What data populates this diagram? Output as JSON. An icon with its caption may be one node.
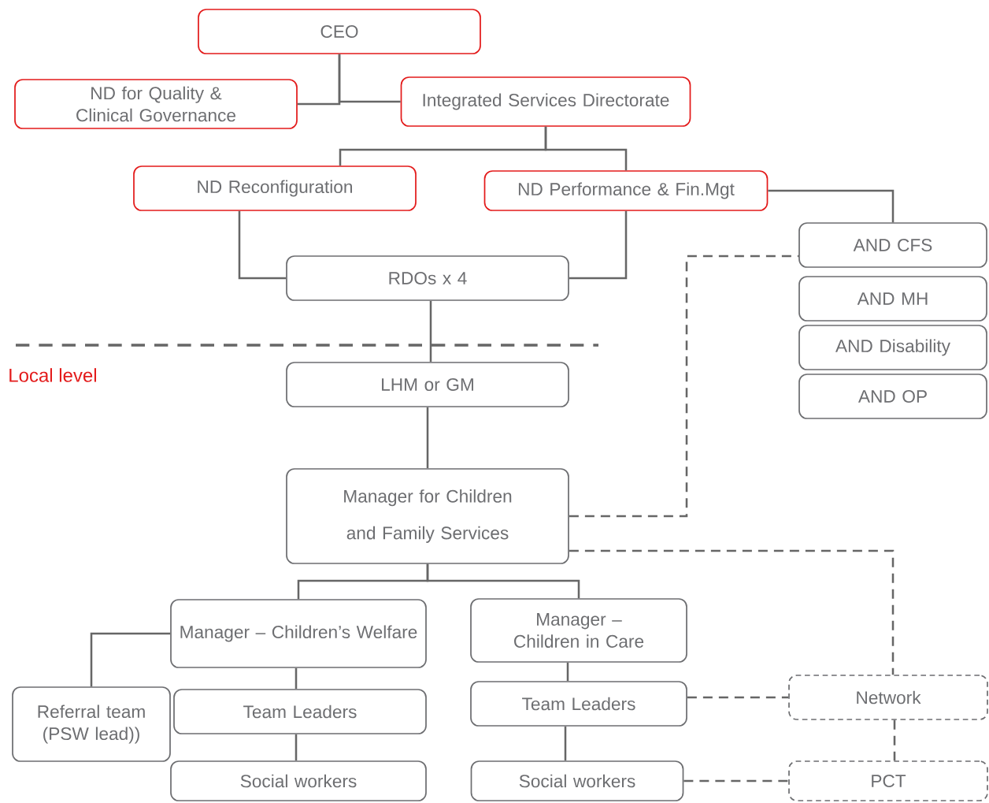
{
  "diagram": {
    "nodes": [
      {
        "text": [
          "CEO"
        ]
      },
      {
        "text": [
          "ND for Quality & Clinical Governance"
        ]
      },
      {
        "text": [
          "Integrated Services Directorate"
        ]
      },
      {
        "text": [
          "ND Reconfiguration"
        ]
      },
      {
        "text": [
          "ND Performance & Fin.Mgt"
        ]
      },
      {
        "text": [
          "AND CFS"
        ]
      },
      {
        "text": [
          "AND MH"
        ]
      },
      {
        "text": [
          "AND Disability"
        ]
      },
      {
        "text": [
          "AND OP"
        ]
      },
      {
        "text": [
          "RDOs x 4"
        ]
      },
      {
        "text": [
          "LHM or GM"
        ]
      },
      {
        "text": [
          "Manager for Children and Family Services"
        ]
      },
      {
        "text": [
          "Manager – Children’s Welfare"
        ]
      },
      {
        "text": [
          "Manager – Children in Care"
        ]
      },
      {
        "text": [
          "Referral team (PSW lead))"
        ]
      },
      {
        "text": [
          "Team Leaders"
        ]
      },
      {
        "text": [
          "Team Leaders"
        ]
      },
      {
        "text": [
          "Network"
        ]
      },
      {
        "text": [
          "Social workers"
        ]
      },
      {
        "text": [
          "Social workers"
        ]
      },
      {
        "text": [
          "PCT"
        ]
      }
    ],
    "edges": [
      {
        "from": 0,
        "to": 1,
        "arrow": "none"
      },
      {
        "from": 0,
        "to": 2,
        "arrow": "none"
      },
      {
        "from": 2,
        "to": 3,
        "arrow": "none"
      },
      {
        "from": 2,
        "to": 4,
        "arrow": "none"
      },
      {
        "from": 4,
        "to": 5,
        "arrow": "none"
      },
      {
        "from": 3,
        "to": 9,
        "arrow": "none"
      },
      {
        "from": 4,
        "to": 9,
        "arrow": "none"
      },
      {
        "from": 9,
        "to": 10,
        "arrow": "none"
      },
      {
        "from": 10,
        "to": 11,
        "arrow": "none"
      },
      {
        "from": 11,
        "to": 5,
        "arrow": "none",
        "style": "dashed"
      },
      {
        "from": 11,
        "to": 17,
        "arrow": "none",
        "style": "dashed"
      },
      {
        "from": 11,
        "to": 12,
        "arrow": "none"
      },
      {
        "from": 11,
        "to": 13,
        "arrow": "none"
      },
      {
        "from": 12,
        "to": 14,
        "arrow": "none"
      },
      {
        "from": 12,
        "to": 15,
        "arrow": "none"
      },
      {
        "from": 13,
        "to": 16,
        "arrow": "none"
      },
      {
        "from": 15,
        "to": 18,
        "arrow": "none"
      },
      {
        "from": 16,
        "to": 19,
        "arrow": "none"
      },
      {
        "from": 16,
        "to": 17,
        "arrow": "none",
        "style": "dashed"
      },
      {
        "from": 17,
        "to": 20,
        "arrow": "none",
        "style": "dashed"
      },
      {
        "from": 19,
        "to": 20,
        "arrow": "none",
        "style": "dashed"
      }
    ],
    "labels": [
      "Local level"
    ]
  }
}
